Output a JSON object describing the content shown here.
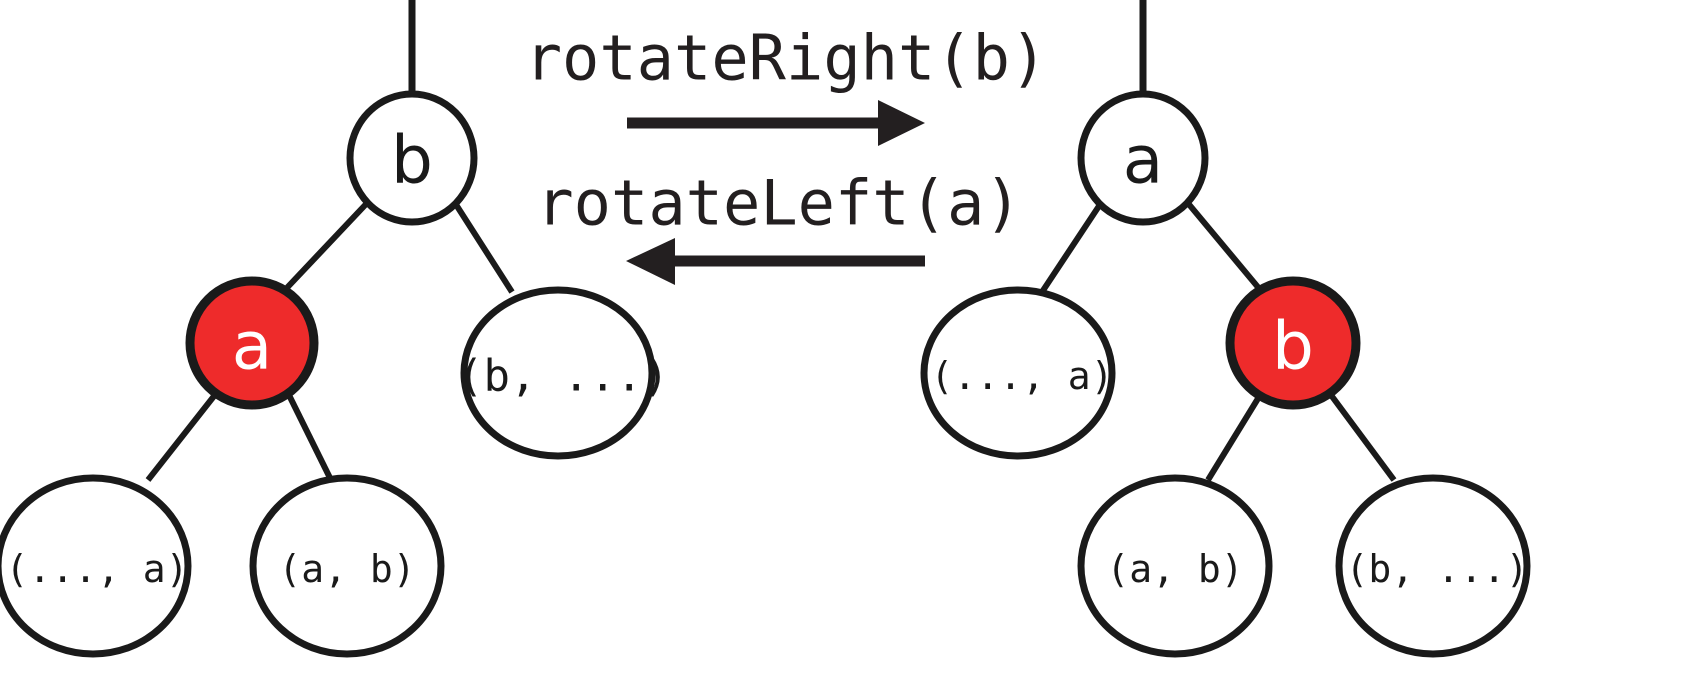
{
  "diagram": {
    "title": "Tree rotation: rotateRight / rotateLeft",
    "colors": {
      "highlight": "#EE2B2B",
      "stroke": "#1A1A1A",
      "arrow": "#231F20",
      "background": "#FFFFFF",
      "highlight_text": "#FFFFFF"
    },
    "operations": [
      {
        "id": "rotate-right",
        "label": "rotateRight(b)",
        "direction": "right"
      },
      {
        "id": "rotate-left",
        "label": "rotateLeft(a)",
        "direction": "left"
      }
    ],
    "left_tree": {
      "id": "tree-before",
      "root": {
        "id": "left-root",
        "label": "b",
        "highlighted": false
      },
      "nodes": [
        {
          "id": "left-node-a",
          "label": "a",
          "highlighted": true
        },
        {
          "id": "left-node-b-rest",
          "label": "(b, ...)",
          "highlighted": false
        },
        {
          "id": "left-leaf-rest-a",
          "label": "(..., a)",
          "highlighted": false
        },
        {
          "id": "left-leaf-a-b",
          "label": "(a, b)",
          "highlighted": false
        }
      ]
    },
    "right_tree": {
      "id": "tree-after",
      "root": {
        "id": "right-root",
        "label": "a",
        "highlighted": false
      },
      "nodes": [
        {
          "id": "right-node-rest-a",
          "label": "(..., a)",
          "highlighted": false
        },
        {
          "id": "right-node-b",
          "label": "b",
          "highlighted": true
        },
        {
          "id": "right-leaf-a-b",
          "label": "(a, b)",
          "highlighted": false
        },
        {
          "id": "right-leaf-b-rest",
          "label": "(b, ...)",
          "highlighted": false
        }
      ]
    }
  }
}
